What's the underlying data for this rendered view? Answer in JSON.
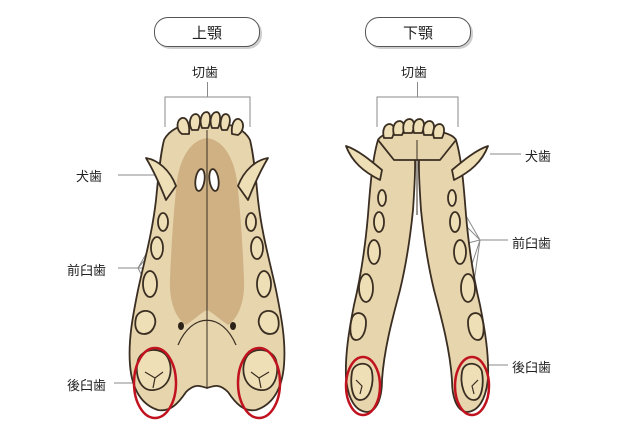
{
  "upper": {
    "title": "上顎",
    "incisor": "切歯",
    "canine": "犬歯",
    "premolar": "前臼歯",
    "molar": "後臼歯"
  },
  "lower": {
    "title": "下顎",
    "incisor": "切歯",
    "canine": "犬歯",
    "premolar": "前臼歯",
    "molar": "後臼歯"
  },
  "colors": {
    "bone": "#e7d5ad",
    "bone_dark": "#cdb384",
    "palate": "#cfb184",
    "tooth": "#efdfb6",
    "outline": "#3a2e22",
    "highlight": "#c1121f"
  }
}
